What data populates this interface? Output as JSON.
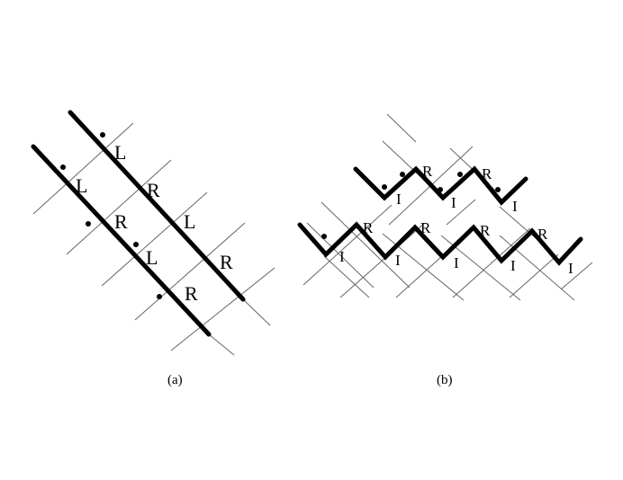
{
  "panel_a": {
    "caption": "(a)",
    "labels": [
      "L",
      "L",
      "R",
      "R",
      "L",
      "L",
      "R",
      "R"
    ]
  },
  "panel_b": {
    "caption": "(b)",
    "labels": [
      "R",
      "R",
      "I",
      "I",
      "I",
      "R",
      "R",
      "R",
      "R",
      "I",
      "I",
      "I",
      "I",
      "I"
    ]
  }
}
